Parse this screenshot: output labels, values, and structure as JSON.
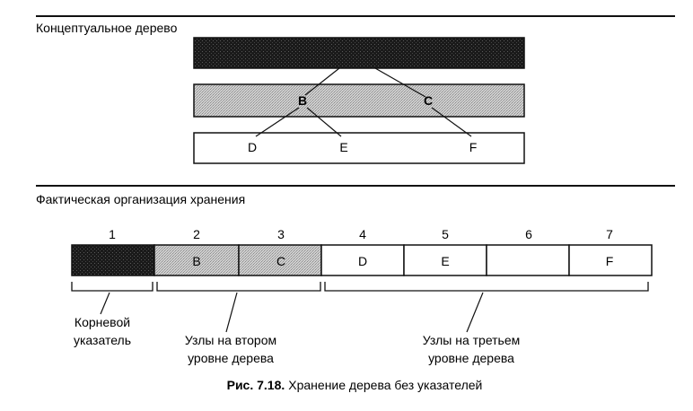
{
  "conceptual": {
    "section_title": "Концептуальное дерево",
    "nodes": {
      "b": "B",
      "c": "C",
      "d": "D",
      "e": "E",
      "f": "F"
    }
  },
  "storage": {
    "section_title": "Фактическая организация хранения",
    "cell_numbers": [
      "1",
      "2",
      "3",
      "4",
      "5",
      "6",
      "7"
    ],
    "cell_labels": [
      "",
      "B",
      "C",
      "D",
      "E",
      "",
      "F"
    ],
    "braces": {
      "root": [
        "Корневой",
        "указатель"
      ],
      "second": [
        "Узлы на втором",
        "уровне дерева"
      ],
      "third": [
        "Узлы на третьем",
        "уровне дерева"
      ]
    }
  },
  "caption": {
    "label": "Рис. 7.18.",
    "text": "Хранение дерева без указателей"
  },
  "colors": {
    "dark_fill": "#1a1a1a",
    "gray_fill": "#c4c4c4",
    "white_fill": "#ffffff",
    "ink": "#111111"
  }
}
